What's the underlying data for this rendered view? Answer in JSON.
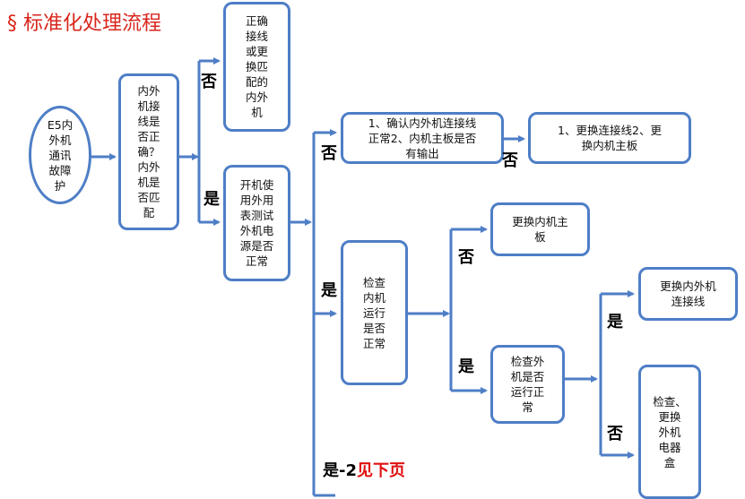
{
  "title": "§ 标准化处理流程",
  "nodes": {
    "start": "E5内\n外机\n通讯\n故障\n护",
    "q1": "内外\n机接\n线是\n否正\n确？\n内外\n机是\n否匹\n配",
    "a1": "正确\n接线\n或更\n换匹\n配的\n内外\n机",
    "q2": "开机使\n用外用\n表测试\n外机电\n源是否\n正常",
    "q3": "1、确认内外机连接线\n正常2、内机主板是否\n有输出",
    "a3": "1、更换连接线2、更\n换内机主板",
    "q4": "检查\n内机\n运行\n是否\n正常",
    "a4": "更换内机主\n板",
    "q5": "检查外\n机是否\n运行正\n常",
    "a5": "更换内外机\n连接线",
    "a6": "检查、\n更换\n外机\n电器\n盒"
  },
  "labels": {
    "no": "否",
    "yes": "是",
    "yes2_prefix": "是-2",
    "yes2_suffix": "见下页"
  },
  "colors": {
    "line": "#4e7ec6",
    "title": "#d8261c",
    "accent_red": "#e01010"
  }
}
